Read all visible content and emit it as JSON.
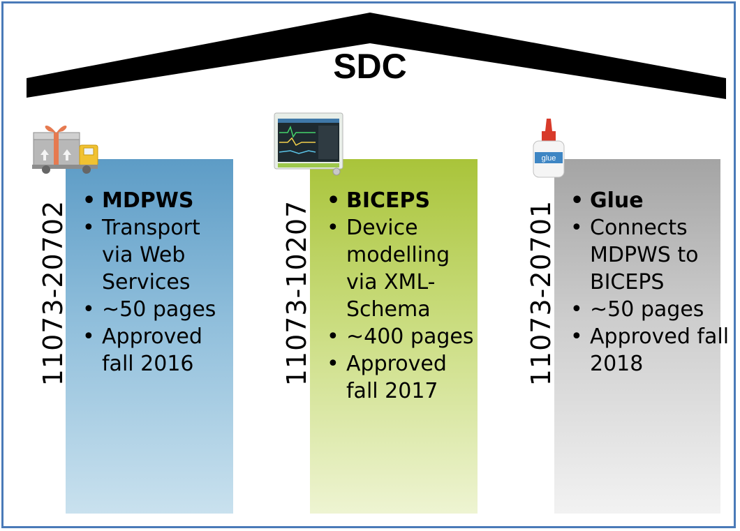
{
  "title": "SDC",
  "pillars": [
    {
      "standard": "11073-20702",
      "name": "MDPWS",
      "bullets": [
        "Transport via Web Services",
        "~50 pages",
        "Approved fall 2016"
      ],
      "color": "#5d9cc6",
      "icon": "gift-truck-icon"
    },
    {
      "standard": "11073-10207",
      "name": "BICEPS",
      "bullets": [
        "Device modelling via XML-Schema",
        "~400 pages",
        "Approved fall 2017"
      ],
      "color": "#a9c43a",
      "icon": "patient-monitor-icon"
    },
    {
      "standard": "11073-20701",
      "name": "Glue",
      "bullets": [
        "Connects MDPWS to BICEPS",
        "~50 pages",
        "Approved fall 2018"
      ],
      "color": "#a4a4a4",
      "icon": "glue-bottle-icon",
      "icon_text": "glue"
    }
  ],
  "colors": {
    "frame": "#4a7ab8",
    "roof": "#000000"
  }
}
